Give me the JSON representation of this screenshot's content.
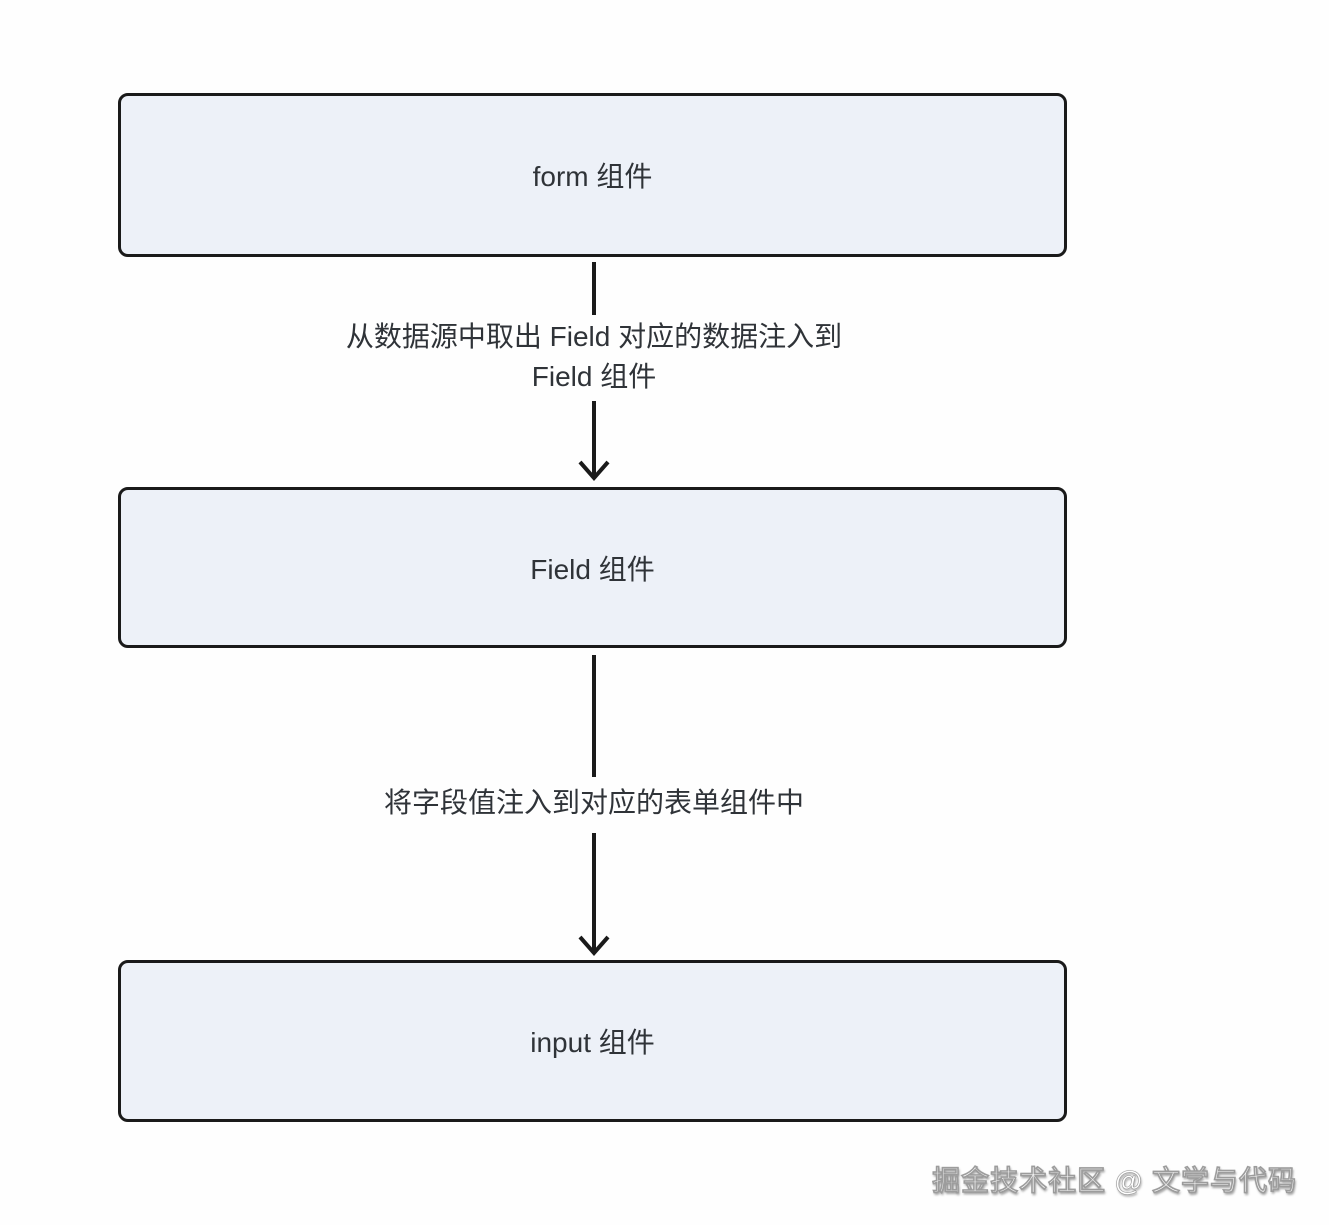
{
  "diagram": {
    "type": "flowchart",
    "direction": "top-down",
    "nodes": [
      {
        "id": "form",
        "label": "form 组件"
      },
      {
        "id": "field",
        "label": "Field 组件"
      },
      {
        "id": "input",
        "label": "input 组件"
      }
    ],
    "edges": [
      {
        "from": "form",
        "to": "field",
        "lines": [
          "从数据源中取出 Field 对应的数据注入到",
          "Field 组件"
        ]
      },
      {
        "from": "field",
        "to": "input",
        "lines": [
          "将字段值注入到对应的表单组件中"
        ]
      }
    ],
    "colors": {
      "background": "#fefefe",
      "node_fill": "#edf1f8",
      "node_border": "#1a1a1a",
      "arrow": "#1a1a1a",
      "text": "#2f3338"
    }
  },
  "watermark": {
    "text": "掘金技术社区 @ 文学与代码"
  }
}
